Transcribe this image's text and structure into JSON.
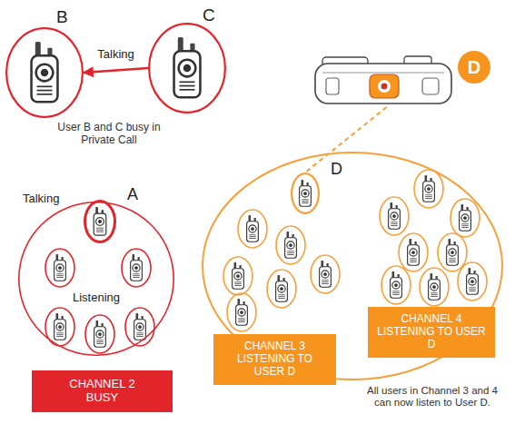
{
  "diagram": {
    "nodes": [
      {
        "text": [
          "B"
        ]
      },
      {
        "text": [
          "C"
        ]
      },
      {
        "text": [
          "D"
        ]
      },
      {
        "text": [
          "Listening"
        ]
      },
      {
        "text": [
          "Talking",
          "A"
        ],
        "in": 3
      },
      {
        "text": [
          "D"
        ]
      },
      {
        "text": [
          "CHANNEL 3 LISTENING TO USER D"
        ]
      },
      {
        "text": [
          "CHANNEL 4 LISTENING TO USER D"
        ]
      },
      {
        "text": [
          "CHANNEL 2 BUSY"
        ]
      }
    ],
    "edges": [
      {
        "from": 1,
        "to": 0,
        "arrow": "to",
        "label": "Talking"
      },
      {
        "from": 2,
        "to": 5,
        "arrow": "none"
      }
    ],
    "labels": [
      "User B and C busy in Private Call",
      "All users in Channel 3 and 4 can now listen to User D."
    ]
  }
}
